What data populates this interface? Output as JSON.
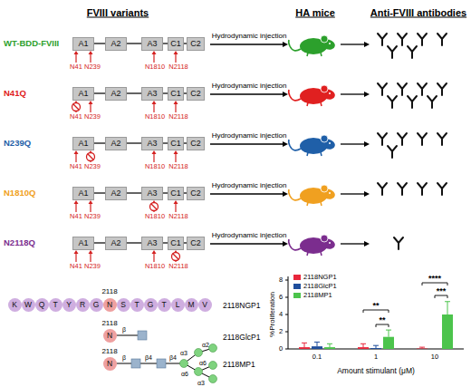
{
  "diagram": {
    "nodes": [
      {
        "text": [
          "A1"
        ]
      },
      {
        "text": [
          "A2"
        ]
      },
      {
        "text": [
          "A3"
        ]
      },
      {
        "text": [
          "C1"
        ]
      },
      {
        "text": [
          "C2"
        ]
      },
      {
        "text": [
          "A1"
        ]
      },
      {
        "text": [
          "A2"
        ]
      },
      {
        "text": [
          "A3"
        ]
      },
      {
        "text": [
          "C1"
        ]
      },
      {
        "text": [
          "C2"
        ]
      },
      {
        "text": [
          "A1"
        ]
      },
      {
        "text": [
          "A2"
        ]
      },
      {
        "text": [
          "A3"
        ]
      },
      {
        "text": [
          "C1"
        ]
      },
      {
        "text": [
          "C2"
        ]
      },
      {
        "text": [
          "A1"
        ]
      },
      {
        "text": [
          "A2"
        ]
      },
      {
        "text": [
          "A3"
        ]
      },
      {
        "text": [
          "C1"
        ]
      },
      {
        "text": [
          "C2"
        ]
      },
      {
        "text": [
          "A1"
        ]
      },
      {
        "text": [
          "A2"
        ]
      },
      {
        "text": [
          "A3"
        ]
      },
      {
        "text": [
          "C1"
        ]
      },
      {
        "text": [
          "C2"
        ]
      },
      {
        "text": [
          "K"
        ]
      },
      {
        "text": [
          "W"
        ]
      },
      {
        "text": [
          "Q"
        ]
      },
      {
        "text": [
          "T"
        ]
      },
      {
        "text": [
          "Y"
        ]
      },
      {
        "text": [
          "R"
        ]
      },
      {
        "text": [
          "G"
        ]
      },
      {
        "text": [
          "N"
        ]
      },
      {
        "text": [
          "S"
        ]
      },
      {
        "text": [
          "T"
        ]
      },
      {
        "text": [
          "G"
        ]
      },
      {
        "text": [
          "T"
        ]
      },
      {
        "text": [
          "L"
        ]
      },
      {
        "text": [
          "M"
        ]
      },
      {
        "text": [
          "V"
        ]
      },
      {
        "text": [
          "N"
        ]
      },
      {
        "text": [
          "N"
        ]
      }
    ],
    "edges": [
      {
        "from": 0,
        "to": 1,
        "arrow": "none"
      },
      {
        "from": 1,
        "to": 2,
        "arrow": "none"
      },
      {
        "from": 2,
        "to": 3,
        "arrow": "none"
      },
      {
        "from": 3,
        "to": 4,
        "arrow": "none"
      },
      {
        "from": 5,
        "to": 6,
        "arrow": "none"
      },
      {
        "from": 6,
        "to": 7,
        "arrow": "none"
      },
      {
        "from": 7,
        "to": 8,
        "arrow": "none"
      },
      {
        "from": 8,
        "to": 9,
        "arrow": "none"
      },
      {
        "from": 10,
        "to": 11,
        "arrow": "none"
      },
      {
        "from": 11,
        "to": 12,
        "arrow": "none"
      },
      {
        "from": 12,
        "to": 13,
        "arrow": "none"
      },
      {
        "from": 13,
        "to": 14,
        "arrow": "none"
      },
      {
        "from": 15,
        "to": 16,
        "arrow": "none"
      },
      {
        "from": 16,
        "to": 17,
        "arrow": "none"
      },
      {
        "from": 17,
        "to": 18,
        "arrow": "none"
      },
      {
        "from": 18,
        "to": 19,
        "arrow": "none"
      },
      {
        "from": 20,
        "to": 21,
        "arrow": "none"
      },
      {
        "from": 21,
        "to": 22,
        "arrow": "none"
      },
      {
        "from": 22,
        "to": 23,
        "arrow": "none"
      },
      {
        "from": 23,
        "to": 24,
        "arrow": "none"
      }
    ],
    "labels": [
      "FVIII variants",
      "HA mice",
      "Anti-FVIII antibodies",
      "WT-BDD-FVIII",
      "N41",
      "N239",
      "N1810",
      "N2118",
      "Hydrodynamic injection",
      "N41Q",
      "N41",
      "N239",
      "N1810",
      "N2118",
      "Hydrodynamic injection",
      "N239Q",
      "N41",
      "N239",
      "N1810",
      "N2118",
      "Hydrodynamic injection",
      "N1810Q",
      "N41",
      "N239",
      "N1810",
      "N2118",
      "Hydrodynamic injection",
      "N2118Q",
      "N41",
      "N239",
      "N1810",
      "N2118",
      "Hydrodynamic injection",
      "2118",
      "2118NGP1",
      "2118",
      "β",
      "2118GlcP1",
      "2118",
      "β",
      "β4",
      "β4",
      "α3",
      "α2",
      "α6",
      "α6",
      "α3",
      "2118MP1",
      "%Proliferation",
      "0",
      "2",
      "4",
      "6",
      "8",
      "0.1",
      "1",
      "10",
      "Amount stimulant (μM)",
      "**",
      "**",
      "****",
      "***"
    ],
    "legend": [
      {
        "text": "2118NGP1",
        "color": "#e8263b"
      },
      {
        "text": "2118GlcP1",
        "color": "#1f4e9c"
      },
      {
        "text": "2118MP1",
        "color": "#4cc44c"
      }
    ]
  }
}
